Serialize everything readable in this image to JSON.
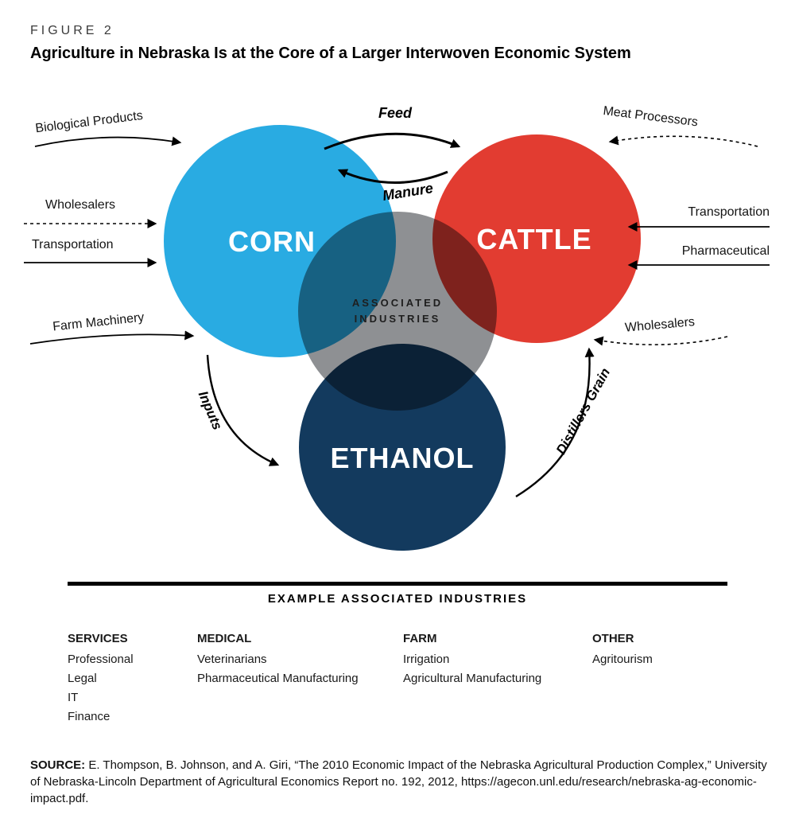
{
  "figure": {
    "label": "FIGURE 2",
    "title": "Agriculture in Nebraska Is at the Core of a Larger Interwoven Economic System"
  },
  "diagram": {
    "nodes": {
      "corn": {
        "label": "CORN",
        "color": "#29ABE2"
      },
      "cattle": {
        "label": "CATTLE",
        "color": "#E23C31"
      },
      "ethanol": {
        "label": "ETHANOL",
        "color": "#133A5E"
      },
      "associated_industries": {
        "line1": "ASSOCIATED",
        "line2": "INDUSTRIES",
        "color": "#8E9093"
      }
    },
    "flow_labels": {
      "feed": "Feed",
      "manure": "Manure",
      "inputs": "Inputs",
      "distillers_grain": "Distillers Grain"
    },
    "external_left": {
      "biological_products": "Biological Products",
      "wholesalers": "Wholesalers",
      "transportation": "Transportation",
      "farm_machinery": "Farm Machinery"
    },
    "external_right": {
      "meat_processors": "Meat Processors",
      "transportation": "Transportation",
      "pharmaceutical": "Pharmaceutical",
      "wholesalers": "Wholesalers"
    }
  },
  "associated_industries_panel": {
    "title": "EXAMPLE ASSOCIATED INDUSTRIES",
    "columns": [
      {
        "header": "SERVICES",
        "items": [
          "Professional",
          "Legal",
          "IT",
          "Finance"
        ]
      },
      {
        "header": "MEDICAL",
        "items": [
          "Veterinarians",
          "Pharmaceutical Manufacturing"
        ]
      },
      {
        "header": "FARM",
        "items": [
          "Irrigation",
          "Agricultural Manufacturing"
        ]
      },
      {
        "header": "OTHER",
        "items": [
          "Agritourism"
        ]
      }
    ]
  },
  "source": {
    "label": "SOURCE:",
    "text": "E. Thompson, B. Johnson, and A. Giri, “The 2010 Economic Impact of the Nebraska Agricultural Production Complex,” University of Nebraska-Lincoln Department of Agricultural Economics Report no. 192, 2012, https://agecon.unl.edu/research/nebraska-ag-economic-impact.pdf."
  }
}
